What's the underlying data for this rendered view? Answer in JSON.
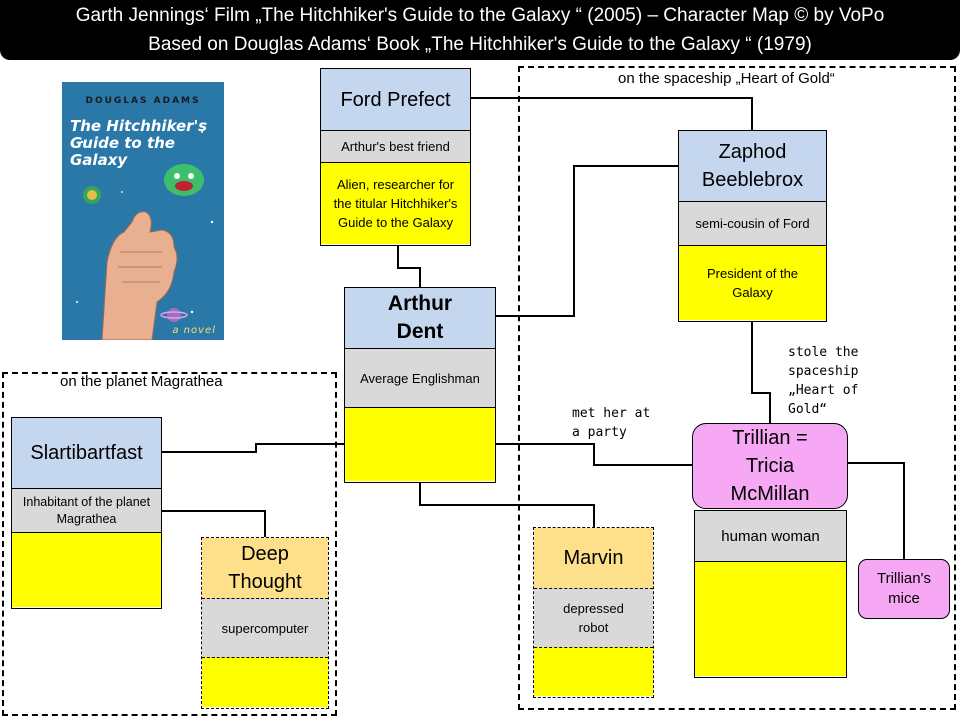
{
  "title": {
    "line1": "Garth Jennings‘  Film „The Hitchhiker's Guide to the Galaxy “ (2005) – Character Map © by VoPo",
    "line2": "Based on Douglas Adams‘ Book „The Hitchhiker's Guide to the Galaxy “ (1979)"
  },
  "regions": {
    "spaceship": "on the spaceship „Heart of Gold“",
    "magrathea": "on the planet Magrathea"
  },
  "book": {
    "author": "DOUGLAS ADAMS",
    "title": "The Hitchhiker's Guide to the Galaxy",
    "subtitle": "a novel"
  },
  "characters": {
    "ford": {
      "name": "Ford Prefect",
      "relation": "Arthur's  best friend",
      "description": "Alien, researcher for the titular Hitchhiker's Guide to the Galaxy"
    },
    "zaphod": {
      "name": "Zaphod Beeblebrox",
      "relation": "semi-cousin of Ford",
      "description": "President of the Galaxy"
    },
    "arthur": {
      "name": "Arthur Dent",
      "relation": "Average Englishman",
      "description": ""
    },
    "slartibartfast": {
      "name": "Slartibartfast",
      "relation": "Inhabitant of the planet Magrathea",
      "description": ""
    },
    "deep_thought": {
      "name": "Deep Thought",
      "relation": "supercomputer",
      "description": ""
    },
    "marvin": {
      "name": "Marvin",
      "relation": "depressed robot",
      "description": ""
    },
    "trillian": {
      "name": "Trillian = Tricia McMillan",
      "relation": "human woman",
      "description": ""
    },
    "mice": {
      "name": "Trillian's mice"
    }
  },
  "notes": {
    "stole": "stole the spaceship „Heart of Gold“",
    "met": "met her at a party"
  },
  "colors": {
    "name_fill": "#c5d7ee",
    "relation_fill": "#d9d9d9",
    "description_fill": "#ffff00",
    "machine_fill": "#ffe08a",
    "trillian_fill": "#f7a8f5",
    "title_bar": "#000000"
  }
}
